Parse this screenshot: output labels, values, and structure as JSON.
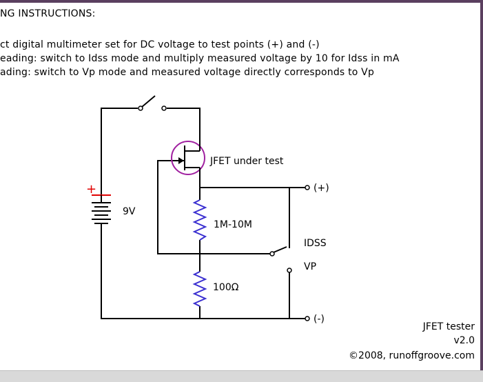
{
  "header": "NG INSTRUCTIONS:",
  "instructions": [
    "ct digital multimeter set for DC voltage to test points (+) and (-)",
    "eading: switch to Idss mode and multiply measured voltage by 10 for Idss in mA",
    "ading: switch to Vp mode and measured voltage directly corresponds to Vp"
  ],
  "labels": {
    "jfet": "JFET under test",
    "battery_plus": "+",
    "battery": "9V",
    "res1": "1M-10M",
    "res2": "100Ω",
    "plus_point": "(+)",
    "minus_point": "(-)",
    "idss": "IDSS",
    "vp": "VP"
  },
  "credits": {
    "title": "JFET tester",
    "version": "v2.0",
    "copyright": "©2008, runoffgroove.com"
  },
  "colors": {
    "wire": "#000000",
    "resistor": "#3a2fd0",
    "jfet": "#a020a0",
    "battery_plus": "#e00000",
    "frame": "#5a3f5f"
  }
}
